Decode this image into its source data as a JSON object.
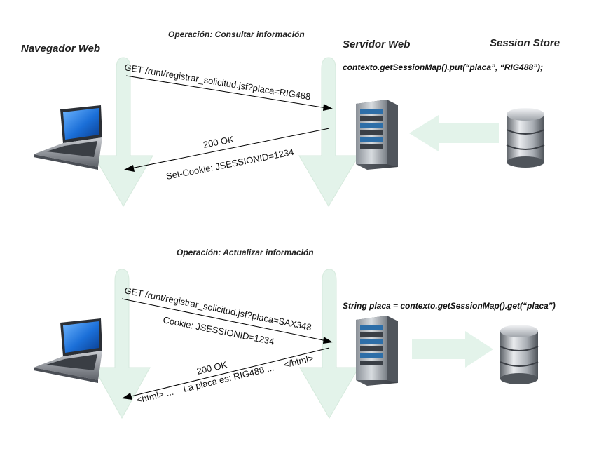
{
  "headers": {
    "browser": "Navegador Web",
    "server": "Servidor Web",
    "store": "Session Store"
  },
  "scenario1": {
    "operation": "Operación: Consultar información",
    "server_code": "contexto.getSessionMap().put(“placa”, “RIG488”);",
    "request_line": "GET /runt/registrar_solicitud.jsf?placa=RIG488",
    "response_status": "200 OK",
    "response_header": "Set-Cookie: JSESSIONID=1234"
  },
  "scenario2": {
    "operation": "Operación: Actualizar información",
    "server_code": "String placa = contexto.getSessionMap().get(“placa”)",
    "request_line": "GET /runt/registrar_solicitud.jsf?placa=SAX348",
    "request_header": "Cookie: JSESSIONID=1234",
    "response_status": "200 OK",
    "response_body": "<html> ...    La placa es: RIG488 ...    </html>"
  },
  "colors": {
    "lifeline_fill": "#e3f3ea",
    "arrow": "#000000"
  }
}
